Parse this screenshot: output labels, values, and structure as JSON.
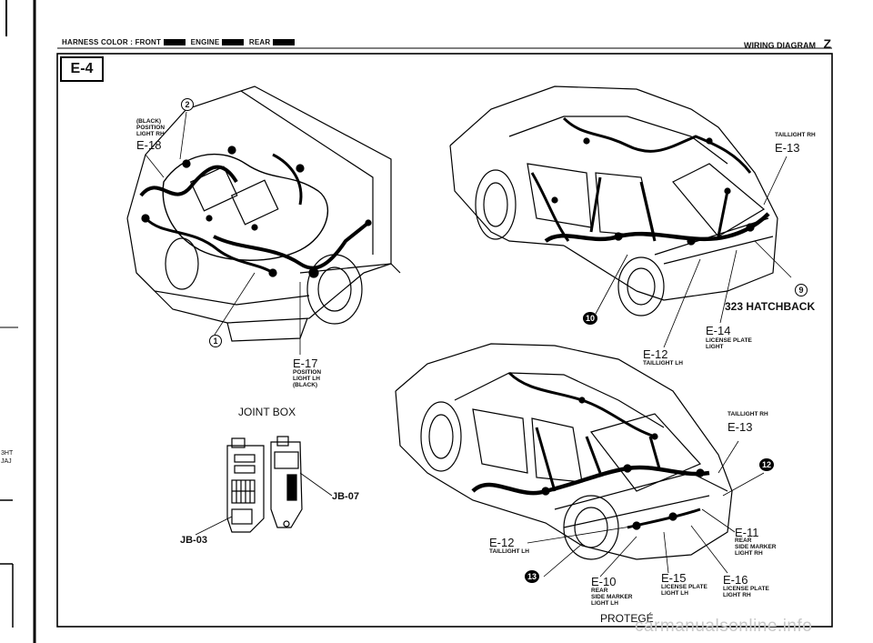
{
  "header": {
    "harness_color_label": "HARNESS COLOR :",
    "front": "FRONT",
    "engine": "ENGINE",
    "rear": "REAR",
    "diagram_title": "WIRING DIAGRAM",
    "diagram_letter": "Z"
  },
  "section": "E-4",
  "engine_bay": {
    "e18": {
      "desc": [
        "(BLACK)",
        "POSITION",
        "LIGHT RH"
      ],
      "code": "E-18"
    },
    "e17": {
      "code": "E-17",
      "desc": [
        "POSITION",
        "LIGHT LH",
        "(BLACK)"
      ]
    },
    "callout_2": "2",
    "callout_1": "1"
  },
  "joint_box": {
    "title": "JOINT BOX",
    "jb03": "JB-03",
    "jb07": "JB-07"
  },
  "hatchback": {
    "model": "323 HATCHBACK",
    "e13": {
      "desc": "TAILLIGHT RH",
      "code": "E-13"
    },
    "e14": {
      "code": "E-14",
      "desc": [
        "LICENSE PLATE",
        "LIGHT"
      ]
    },
    "e12": {
      "code": "E-12",
      "desc": "TAILLIGHT LH"
    },
    "callout_9": "9",
    "callout_10": "10"
  },
  "protege": {
    "model": "PROTEGÉ",
    "e13": {
      "desc": "TAILLIGHT RH",
      "code": "E-13"
    },
    "e11": {
      "code": "E-11",
      "desc": [
        "REAR",
        "SIDE MARKER",
        "LIGHT RH"
      ]
    },
    "e12": {
      "code": "E-12",
      "desc": "TAILLIGHT LH"
    },
    "e10": {
      "code": "E-10",
      "desc": [
        "REAR",
        "SIDE MARKER",
        "LIGHT LH"
      ]
    },
    "e15": {
      "code": "E-15",
      "desc": [
        "LICENSE PLATE",
        "LIGHT LH"
      ]
    },
    "e16": {
      "code": "E-16",
      "desc": [
        "LICENSE PLATE",
        "LIGHT RH"
      ]
    },
    "callout_12": "12",
    "callout_13": "13"
  },
  "margin_marks": [
    "3HT",
    "JAJ"
  ],
  "watermark": "carmanualsonline.info"
}
